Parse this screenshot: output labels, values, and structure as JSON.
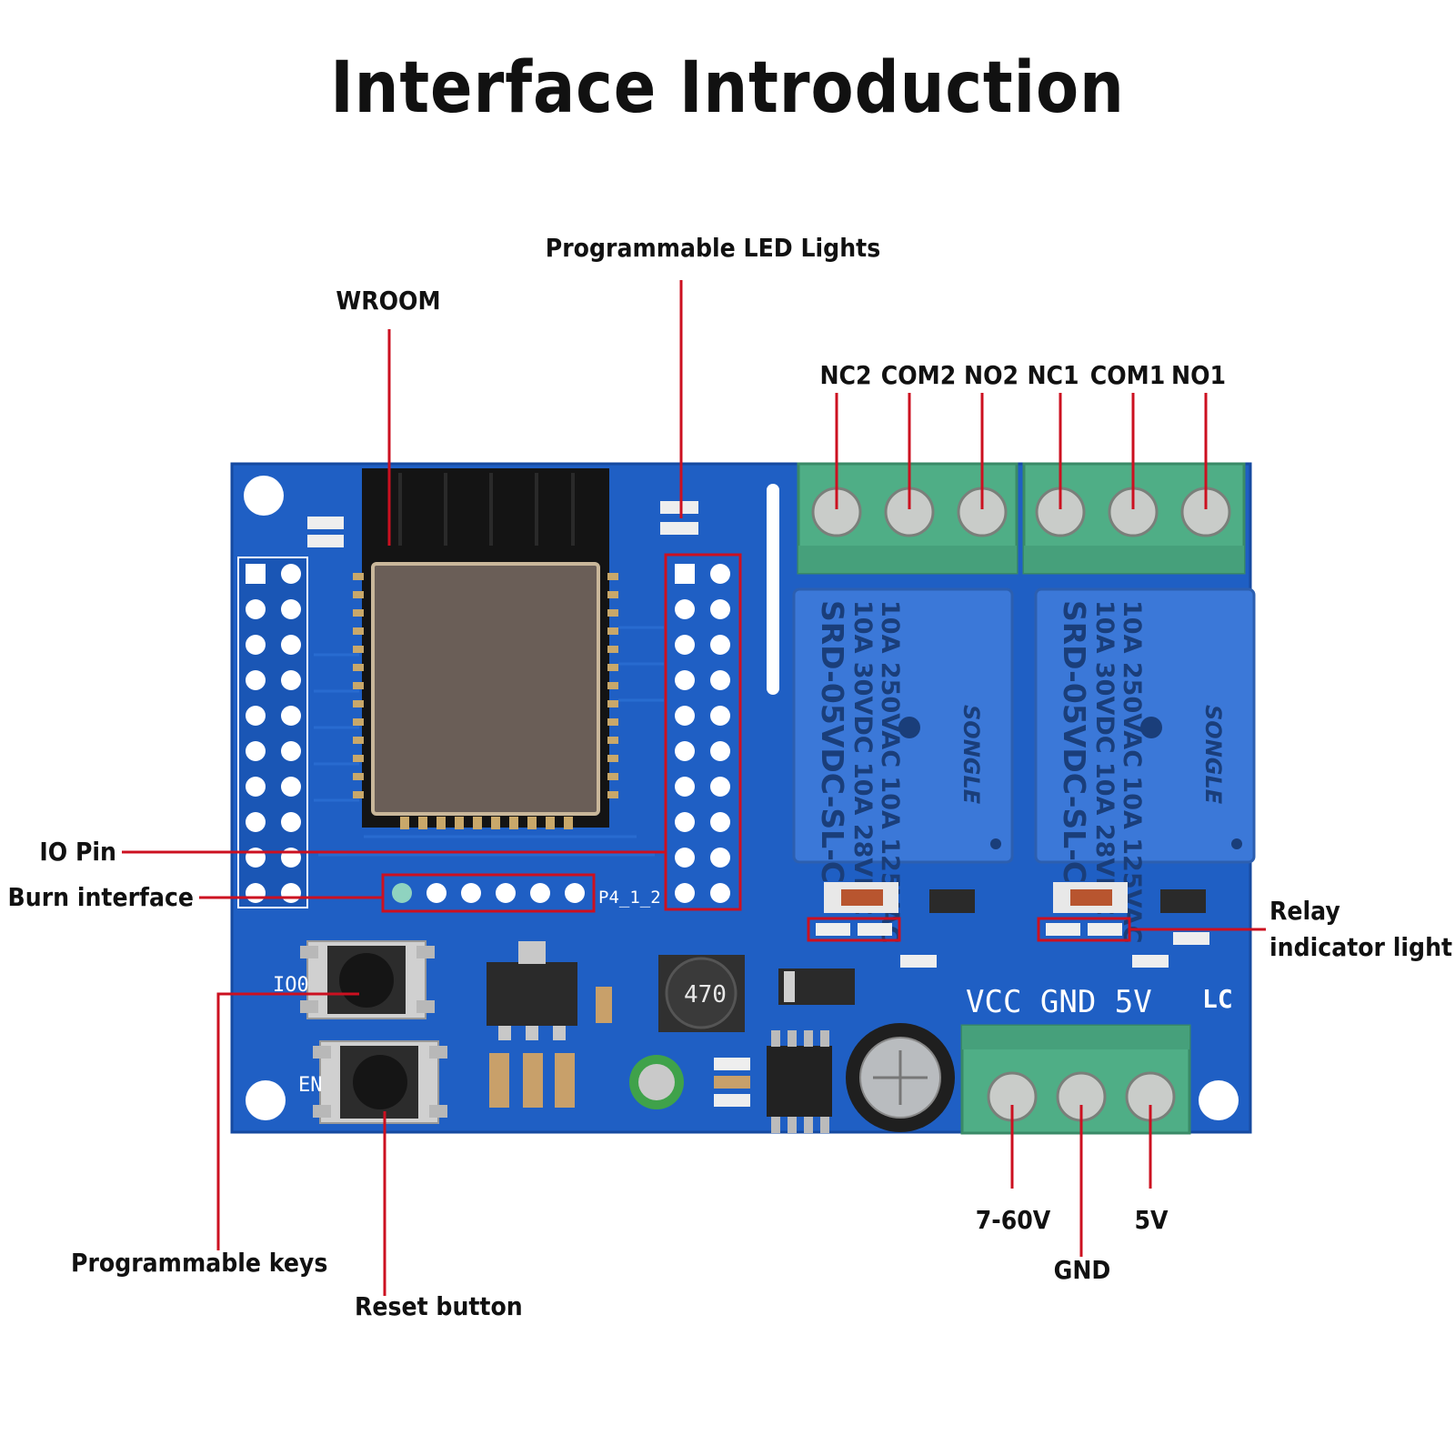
{
  "title": "Interface Introduction",
  "labels": {
    "programmable_led": "Programmable LED Lights",
    "wroom": "WROOM",
    "nc2": "NC2",
    "com2": "COM2",
    "no2": "NO2",
    "nc1": "NC1",
    "com1": "COM1",
    "no1": "NO1",
    "io_pin": "IO Pin",
    "burn_interface": "Burn interface",
    "relay_indicator_line1": "Relay",
    "relay_indicator_line2": "indicator light",
    "programmable_keys": "Programmable keys",
    "reset_button": "Reset button",
    "v7_60": "7-60V",
    "gnd": "GND",
    "v5": "5V"
  },
  "board": {
    "relay_marking": [
      "10A 250VAC  10A 125VAC",
      "10A 30VDC   10A 28VDC",
      "SRD-05VDC-SL-C"
    ],
    "relay_brand": "SONGLE",
    "power_terminal": "VCC GND 5V",
    "inductor": "470",
    "button_io0": "IO0",
    "button_en": "EN",
    "header_burn": "P4_1_2",
    "logo": "LC"
  },
  "colors": {
    "pcb": "#1f5fc4",
    "terminal": "#4fae86",
    "relay": "#3b78d8",
    "callout": "#cc1020"
  }
}
